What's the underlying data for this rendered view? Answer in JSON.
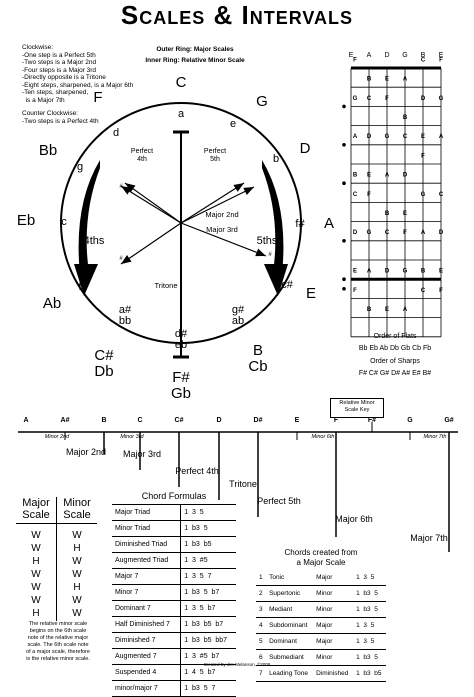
{
  "title": "Scales & Intervals",
  "legend": {
    "outer": "Outer Ring: Major Scales",
    "inner": "Inner Ring: Relative Minor Scale"
  },
  "clockwise": {
    "heading": "Clockwise:",
    "lines": [
      "-One step is a Perfect 5th",
      "-Two steps is a Major 2nd",
      "-Four steps is a Major 3rd",
      "-Directly opposite is a Tritone",
      "-Eight steps, sharpened, is a Major 6th",
      "-Ten steps, sharpened,",
      "  is a Major 7th"
    ]
  },
  "counter": {
    "heading": "Counter Clockwise:",
    "line": "-Two steps is a Perfect 4th"
  },
  "circle": {
    "outer_labels": [
      "C",
      "G",
      "D",
      "A",
      "E",
      "B\nCb",
      "F#\nGb",
      "C#\nDb",
      "Ab",
      "Eb",
      "Bb",
      "F"
    ],
    "inner_labels": [
      "a",
      "e",
      "b",
      "f#",
      "c#",
      "g#\nab",
      "d#\neb",
      "a#\nbb",
      "f",
      "c",
      "g",
      "d"
    ],
    "arrow_labels": [
      "Perfect\n4th",
      "Perfect\n5th",
      "Major 2nd",
      "Major 3rd",
      "Tritone",
      "4ths",
      "5ths"
    ],
    "small_sharps": [
      "#",
      "#",
      "#",
      "#"
    ]
  },
  "fretboard": {
    "strings": [
      "E",
      "A",
      "D",
      "G",
      "B",
      "E"
    ],
    "rows": [
      [
        "F",
        "",
        "",
        "",
        "C",
        "F"
      ],
      [
        "",
        "B",
        "E",
        "A",
        "",
        ""
      ],
      [
        "G",
        "C",
        "F",
        "",
        "D",
        "G"
      ],
      [
        "",
        "",
        "",
        "B",
        "",
        ""
      ],
      [
        "A",
        "D",
        "G",
        "C",
        "E",
        "A"
      ],
      [
        "",
        "",
        "",
        "",
        "F",
        ""
      ],
      [
        "B",
        "E",
        "A",
        "D",
        "",
        ""
      ],
      [
        "C",
        "F",
        "",
        "",
        "G",
        "C"
      ],
      [
        "",
        "",
        "B",
        "E",
        "",
        ""
      ],
      [
        "D",
        "G",
        "C",
        "F",
        "A",
        "D"
      ],
      [
        "",
        "",
        "",
        "",
        "",
        ""
      ],
      [
        "E",
        "A",
        "D",
        "G",
        "B",
        "E"
      ],
      [
        "F",
        "",
        "",
        "",
        "C",
        "F"
      ],
      [
        "",
        "B",
        "E",
        "A",
        "",
        ""
      ]
    ]
  },
  "order_flats": {
    "label": "Order of Flats",
    "items": [
      "Bb",
      "Eb",
      "Ab",
      "Db",
      "Gb",
      "Cb",
      "Fb"
    ]
  },
  "order_sharps": {
    "label": "Order of Sharps",
    "items": [
      "F#",
      "C#",
      "G#",
      "D#",
      "A#",
      "E#",
      "B#"
    ]
  },
  "rel_minor_key": "Relative Minor\nScale Key",
  "chromatic": {
    "notes": [
      "A",
      "A#",
      "B",
      "C",
      "C#",
      "D",
      "D#",
      "E",
      "F",
      "F#",
      "G",
      "G#"
    ],
    "minor_labels": [
      "Minor 2nd",
      "Minor 3rd",
      "Minor 6th",
      "Minor 7th"
    ],
    "intervals": [
      "Major 2nd",
      "Major 3rd",
      "Perfect 4th",
      "Tritone",
      "Perfect 5th",
      "Major 6th",
      "Major 7th"
    ]
  },
  "scale_table": {
    "headers": [
      "Major\nScale",
      "Minor\nScale"
    ],
    "major": [
      "W",
      "W",
      "H",
      "W",
      "W",
      "W",
      "H"
    ],
    "minor": [
      "W",
      "H",
      "W",
      "W",
      "H",
      "W",
      "W"
    ],
    "note": "The relative minor scale\nbegins on the 6th scale\nnote of the relative major\nscale. The 6th scale note\nof a major scale, therefore\nis the relative minor scale."
  },
  "chord_formulas": {
    "title": "Chord Formulas",
    "rows": [
      [
        "Major Triad",
        "1  3  5"
      ],
      [
        "Minor Triad",
        "1  b3  5"
      ],
      [
        "Diminished Triad",
        "1  b3  b5"
      ],
      [
        "Augmented Triad",
        "1  3  #5"
      ],
      [
        "Major 7",
        "1  3  5  7"
      ],
      [
        "Minor 7",
        "1  b3  5  b7"
      ],
      [
        "Dominant 7",
        "1  3  5  b7"
      ],
      [
        "Half Diminished 7",
        "1  b3  b5  b7"
      ],
      [
        "Diminished 7",
        "1  b3  b5  bb7"
      ],
      [
        "Augmented 7",
        "1  3  #5  b7"
      ],
      [
        "Suspended 4",
        "1  4  5  b7"
      ],
      [
        "minor/major 7",
        "1  b3  5  7"
      ]
    ]
  },
  "major_chords": {
    "title": "Chords created from\na Major Scale",
    "rows": [
      [
        "1",
        "Tonic",
        "Major",
        "1  3  5"
      ],
      [
        "2",
        "Supertonic",
        "Minor",
        "1  b3  5"
      ],
      [
        "3",
        "Mediant",
        "Minor",
        "1  b3  5"
      ],
      [
        "4",
        "Subdominant",
        "Major",
        "1  3  5"
      ],
      [
        "5",
        "Dominant",
        "Major",
        "1  3  5"
      ],
      [
        "6",
        "Submediant",
        "Minor",
        "1  b3  5"
      ],
      [
        "7",
        "Leading Tone",
        "Diminished",
        "1  b3  b5"
      ]
    ]
  },
  "credit": "Created by Jim Melanson, ©2008"
}
